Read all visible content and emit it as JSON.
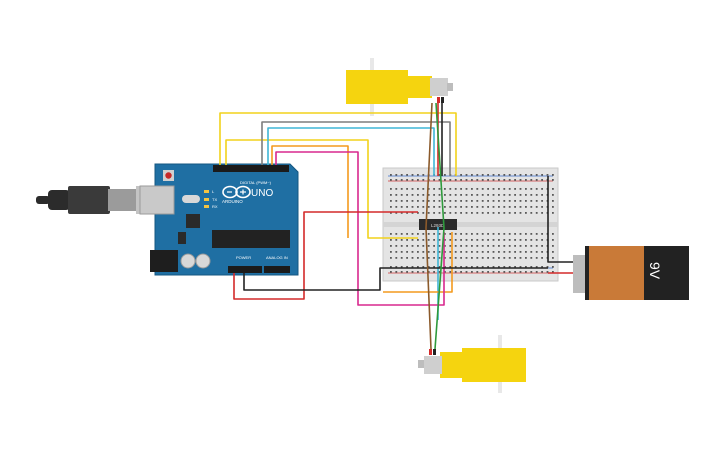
{
  "arduino": {
    "brand_label": "ARDUINO",
    "model_label": "UNO",
    "digital_header_label": "DIGITAL (PWM~)",
    "power_header_label": "POWER",
    "analog_header_label": "ANALOG IN",
    "led_labels": [
      "L",
      "TX",
      "RX"
    ]
  },
  "driver_chip": {
    "label": "L293D"
  },
  "battery": {
    "label": "9V",
    "body_color": "#c97a38",
    "cap_color": "#222222"
  },
  "wire_colors": {
    "yellow": "#f2d21c",
    "cyan": "#3fb6d6",
    "gray": "#7d7d7d",
    "orange": "#f39a1e",
    "magenta": "#d8288e",
    "red": "#d42a2a",
    "black": "#222222",
    "brown": "#8b5a2b",
    "green": "#2e9a3c"
  },
  "motor_color": "#f5d40f",
  "board_color": "#1f6fa3"
}
